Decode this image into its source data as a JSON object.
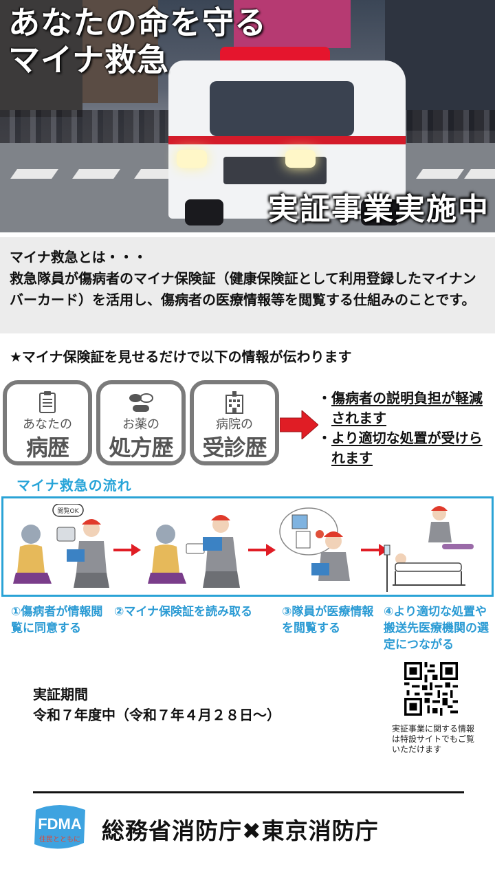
{
  "hero": {
    "title": "あなたの命を守る\nマイナ救急",
    "badge": "実証事業実施中"
  },
  "description": {
    "heading": "マイナ救急とは・・・",
    "body": "救急隊員が傷病者のマイナ保険証（健康保険証として利用登録したマイナンバーカード）を活用し、傷病者の医療情報等を閲覧する仕組みのことです。"
  },
  "lead": "★マイナ保険証を見せるだけで以下の情報が伝わります",
  "info_boxes": [
    {
      "icon": "clipboard-icon",
      "line1": "あなたの",
      "line2": "病歴"
    },
    {
      "icon": "pills-icon",
      "line1": "お薬の",
      "line2": "処方歴"
    },
    {
      "icon": "hospital-icon",
      "line1": "病院の",
      "line2": "受診歴"
    }
  ],
  "benefits": [
    "傷病者の説明負担が軽減されます",
    "より適切な処置が受けられます"
  ],
  "flow": {
    "title": "マイナ救急の流れ",
    "bubble": "閲覧OK",
    "steps": [
      "①傷病者が情報閲覧に同意する",
      "②マイナ保険証を読み取る",
      "③隊員が医療情報を閲覧する",
      "④より適切な処置や搬送先医療機関の選定につながる"
    ]
  },
  "period": {
    "label": "実証期間",
    "value": "令和７年度中（令和７年４月２８日〜）"
  },
  "qr_note": "実証事業に関する情報は特設サイトでもご覧いただけます",
  "footer": {
    "logo_text": "FDMA",
    "logo_sub": "住民とともに",
    "org": "総務省消防庁✖東京消防庁"
  },
  "colors": {
    "accent_blue": "#2aa3d6",
    "arrow_red": "#e01d25",
    "box_gray": "#7a7a7a"
  }
}
